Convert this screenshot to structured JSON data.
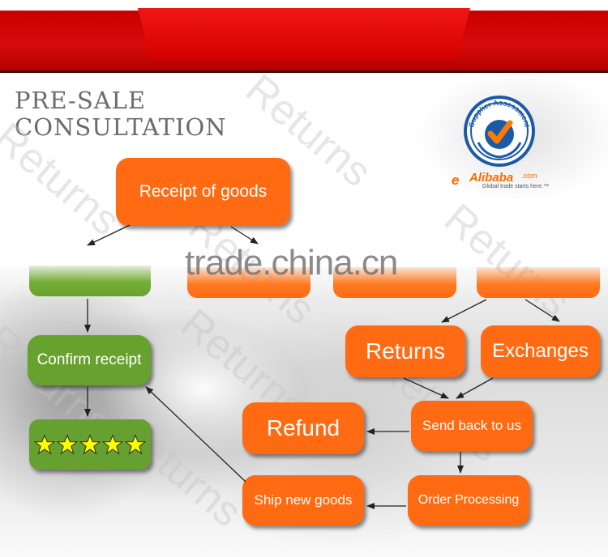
{
  "heading": {
    "line1": "PRE-SALE",
    "line2": "CONSULTATION"
  },
  "boxes": {
    "receipt": "Receipt of goods",
    "confirm": "Confirm receipt",
    "returns": "Returns",
    "exchanges": "Exchanges",
    "refund": "Refund",
    "send_back": "Send back to us",
    "ship_new": "Ship new goods",
    "order_processing": "Order Processing"
  },
  "rating": {
    "stars": 5
  },
  "badge": {
    "seal_text": "Supplier Assessment",
    "brand_mark": "e",
    "brand": "Alibaba",
    "brand_suffix": ".com",
    "tagline": "Global trade starts here.™"
  },
  "watermark": {
    "site": "trade.china.cn",
    "word": "Returns"
  },
  "colors": {
    "banner_red": "#d40000",
    "box_orange": "#ff6a12",
    "box_green": "#68a22e",
    "star_yellow": "#ffff00",
    "seal_blue": "#1a5aa8"
  }
}
